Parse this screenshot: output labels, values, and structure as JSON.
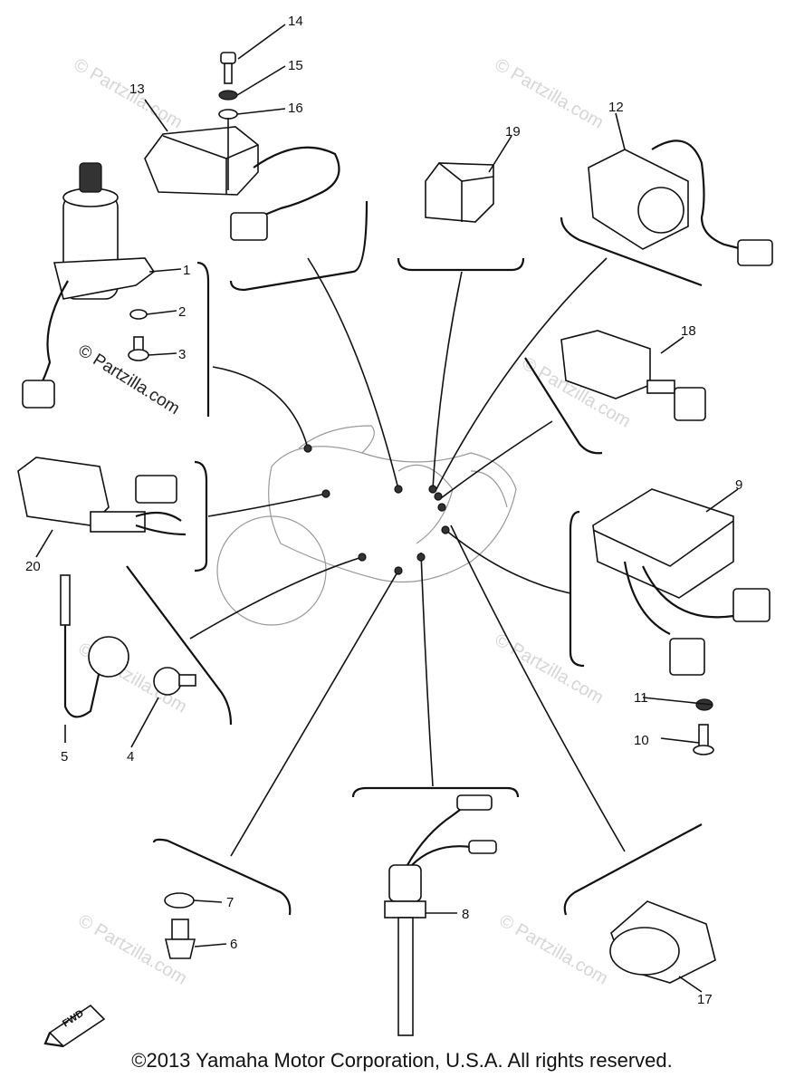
{
  "watermarks": {
    "main": "© Partzilla.com",
    "faint": "© Partzilla.com"
  },
  "fwd_label": "FWD",
  "copyright": "©2013 Yamaha Motor Corporation, U.S.A. All rights reserved.",
  "callouts": [
    "1",
    "2",
    "3",
    "4",
    "5",
    "6",
    "7",
    "8",
    "9",
    "10",
    "11",
    "12",
    "13",
    "14",
    "15",
    "16",
    "17",
    "18",
    "19",
    "20"
  ]
}
